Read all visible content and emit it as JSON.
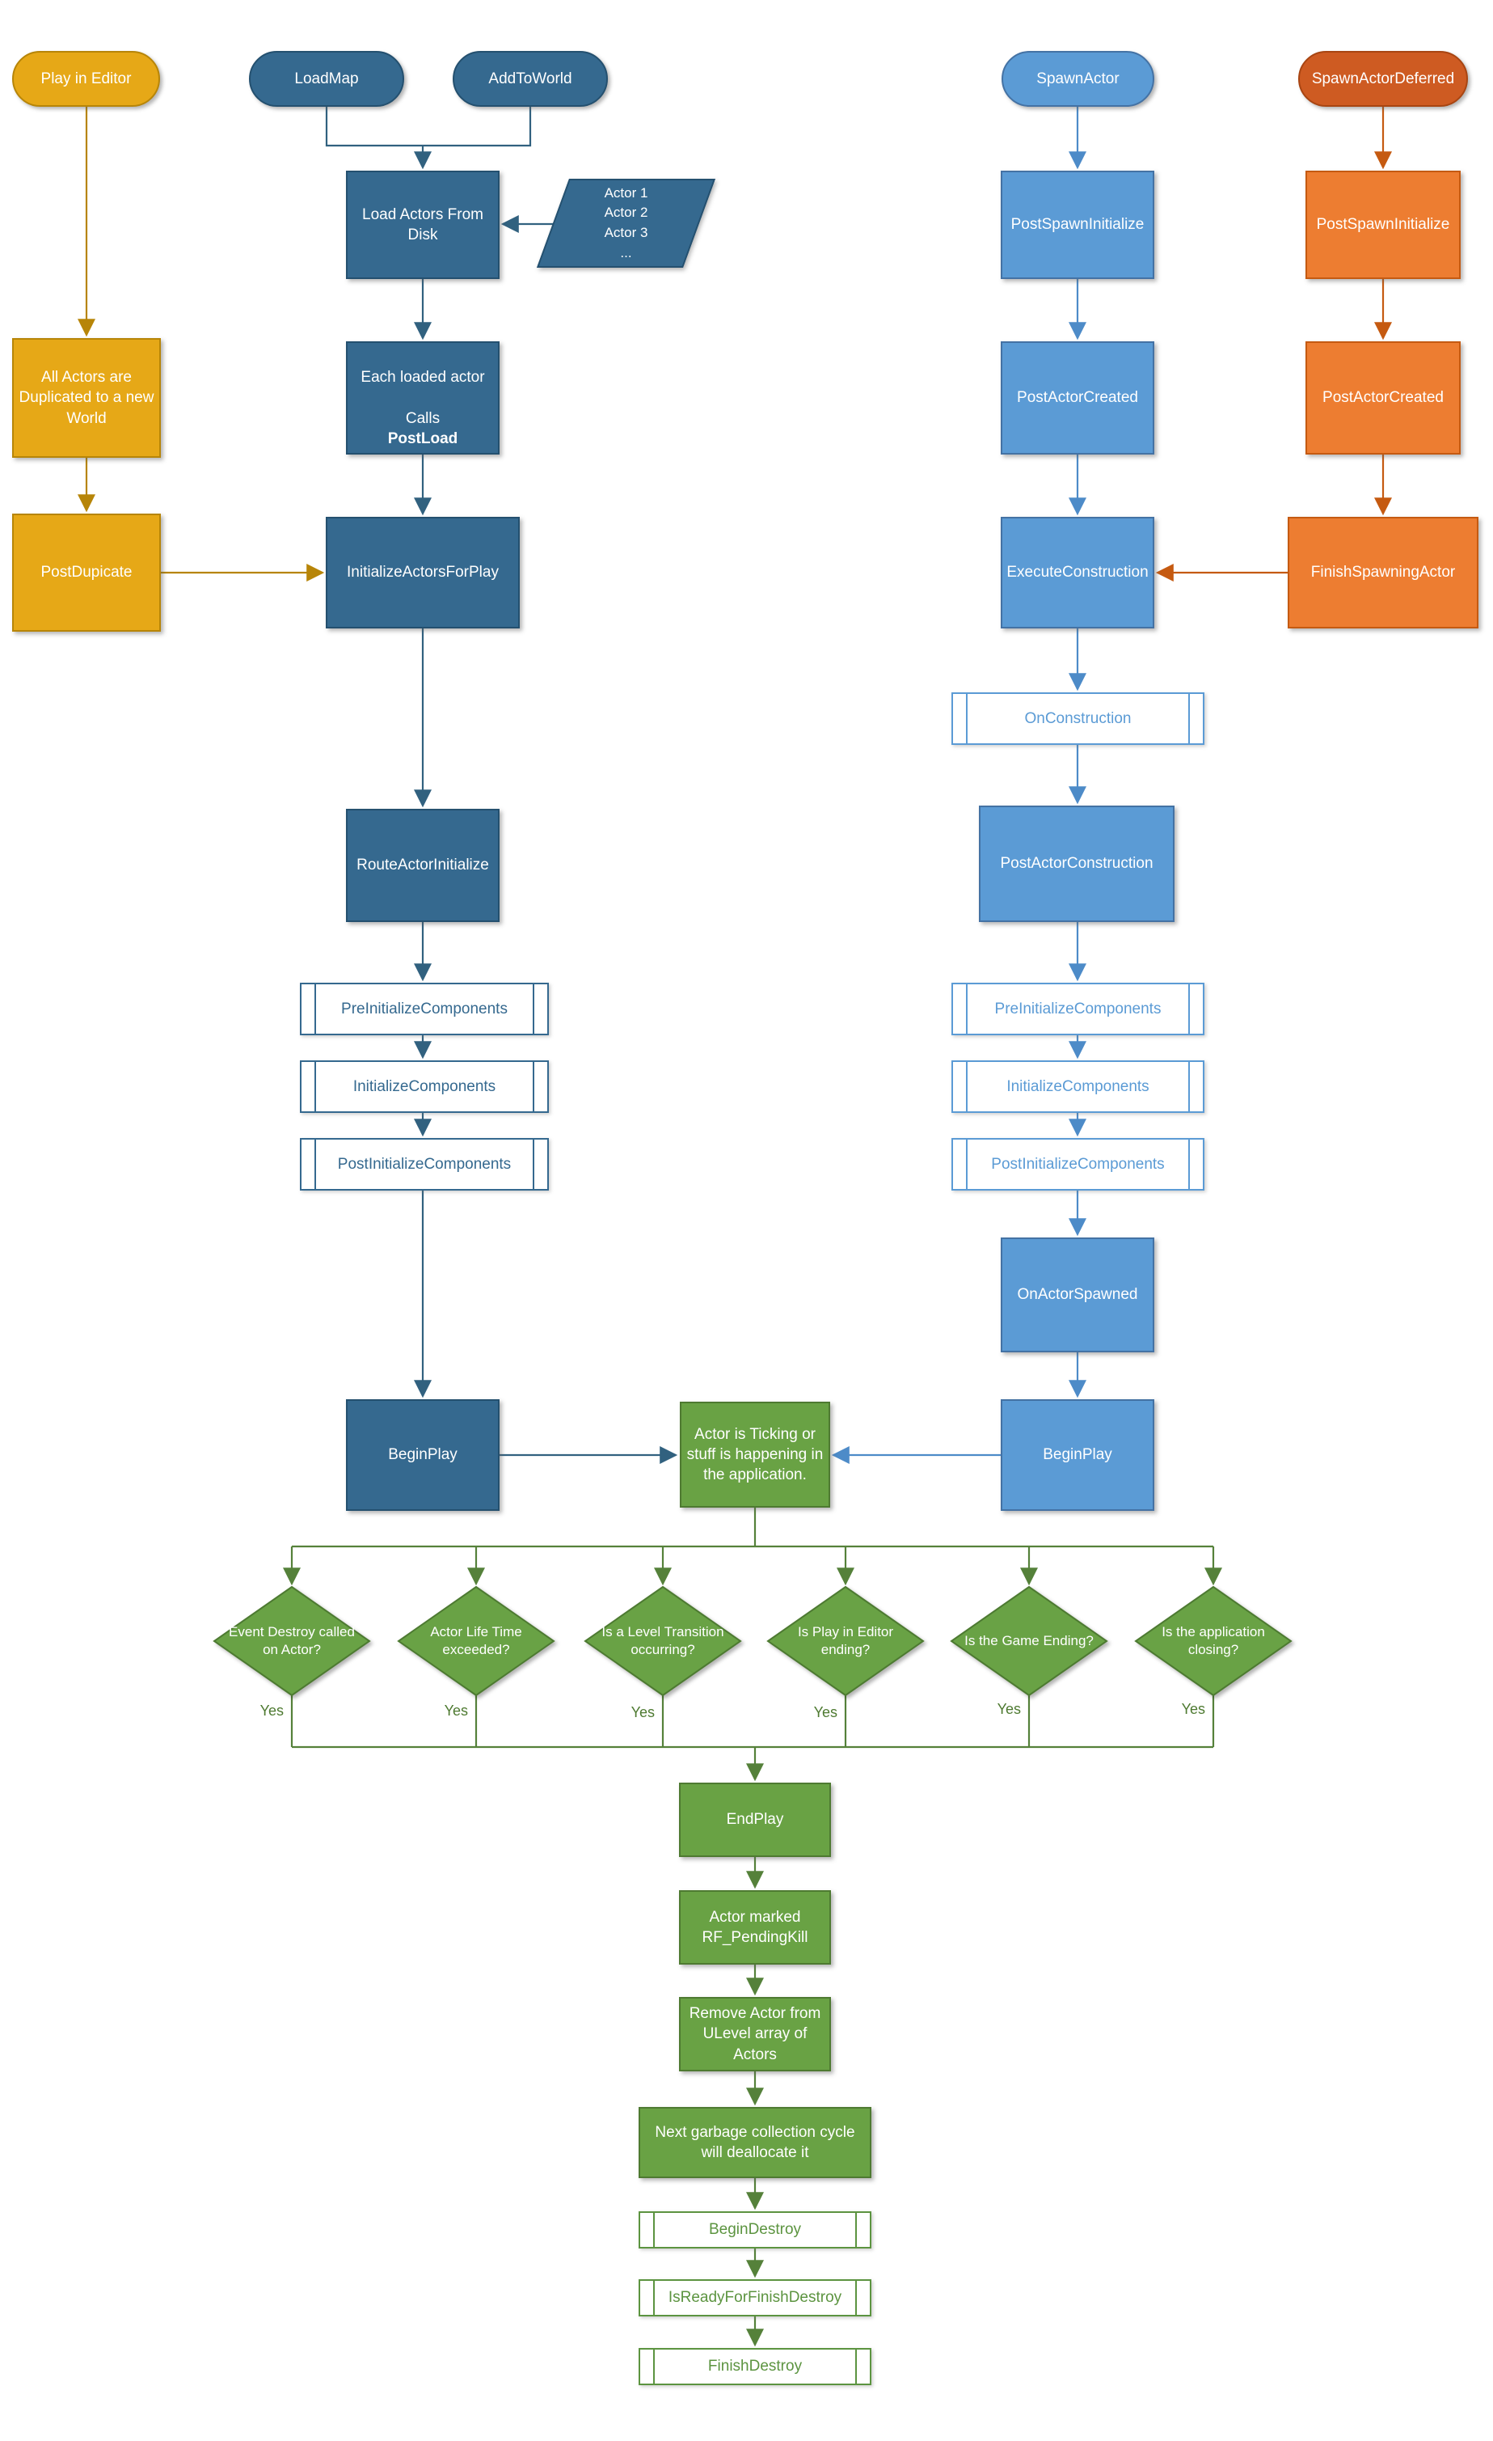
{
  "nodes": {
    "play_in_editor": "Play in Editor",
    "load_map": "LoadMap",
    "add_to_world": "AddToWorld",
    "spawn_actor": "SpawnActor",
    "spawn_actor_deferred": "SpawnActorDeferred",
    "load_actors_from_disk": "Load Actors From Disk",
    "actor_list": "Actor 1\nActor 2\nActor 3\n...",
    "each_loaded_line1": "Each loaded actor",
    "each_loaded_calls": "Calls",
    "each_loaded_bold": "PostLoad",
    "all_actors_duplicated": "All Actors are Duplicated to a new World",
    "post_dupicate": "PostDupicate",
    "initialize_actors_for_play": "InitializeActorsForPlay",
    "route_actor_initialize": "RouteActorInitialize",
    "pre_initialize_components": "PreInitializeComponents",
    "initialize_components": "InitializeComponents",
    "post_initialize_components": "PostInitializeComponents",
    "begin_play": "BeginPlay",
    "post_spawn_initialize": "PostSpawnInitialize",
    "post_actor_created": "PostActorCreated",
    "execute_construction": "ExecuteConstruction",
    "on_construction": "OnConstruction",
    "post_actor_construction": "PostActorConstruction",
    "on_actor_spawned": "OnActorSpawned",
    "finish_spawning_actor": "FinishSpawningActor",
    "actor_ticking": "Actor is Ticking or stuff is happening in the application.",
    "end_play": "EndPlay",
    "actor_marked": "Actor marked\nRF_PendingKill",
    "remove_actor": "Remove Actor from\nULevel array of\nActors",
    "next_gc": "Next garbage collection cycle\nwill deallocate it",
    "begin_destroy": "BeginDestroy",
    "is_ready_for_finish_destroy": "IsReadyForFinishDestroy",
    "finish_destroy": "FinishDestroy"
  },
  "decisions": [
    "Event Destroy called on Actor?",
    "Actor Life Time exceeded?",
    "Is a Level Transition occurring?",
    "Is Play in Editor ending?",
    "Is the Game Ending?",
    "Is the application closing?"
  ],
  "yes_label": "Yes",
  "colors": {
    "yellow": "#E6A817",
    "yellow_border": "#B78508",
    "dark_blue": "#35698F",
    "dark_blue_border": "#24506F",
    "light_blue": "#5B9BD5",
    "light_blue_border": "#4472A4",
    "orange": "#ED7D31",
    "orange_border": "#C55A11",
    "green": "#69A244",
    "green_border": "#4E7A31"
  }
}
